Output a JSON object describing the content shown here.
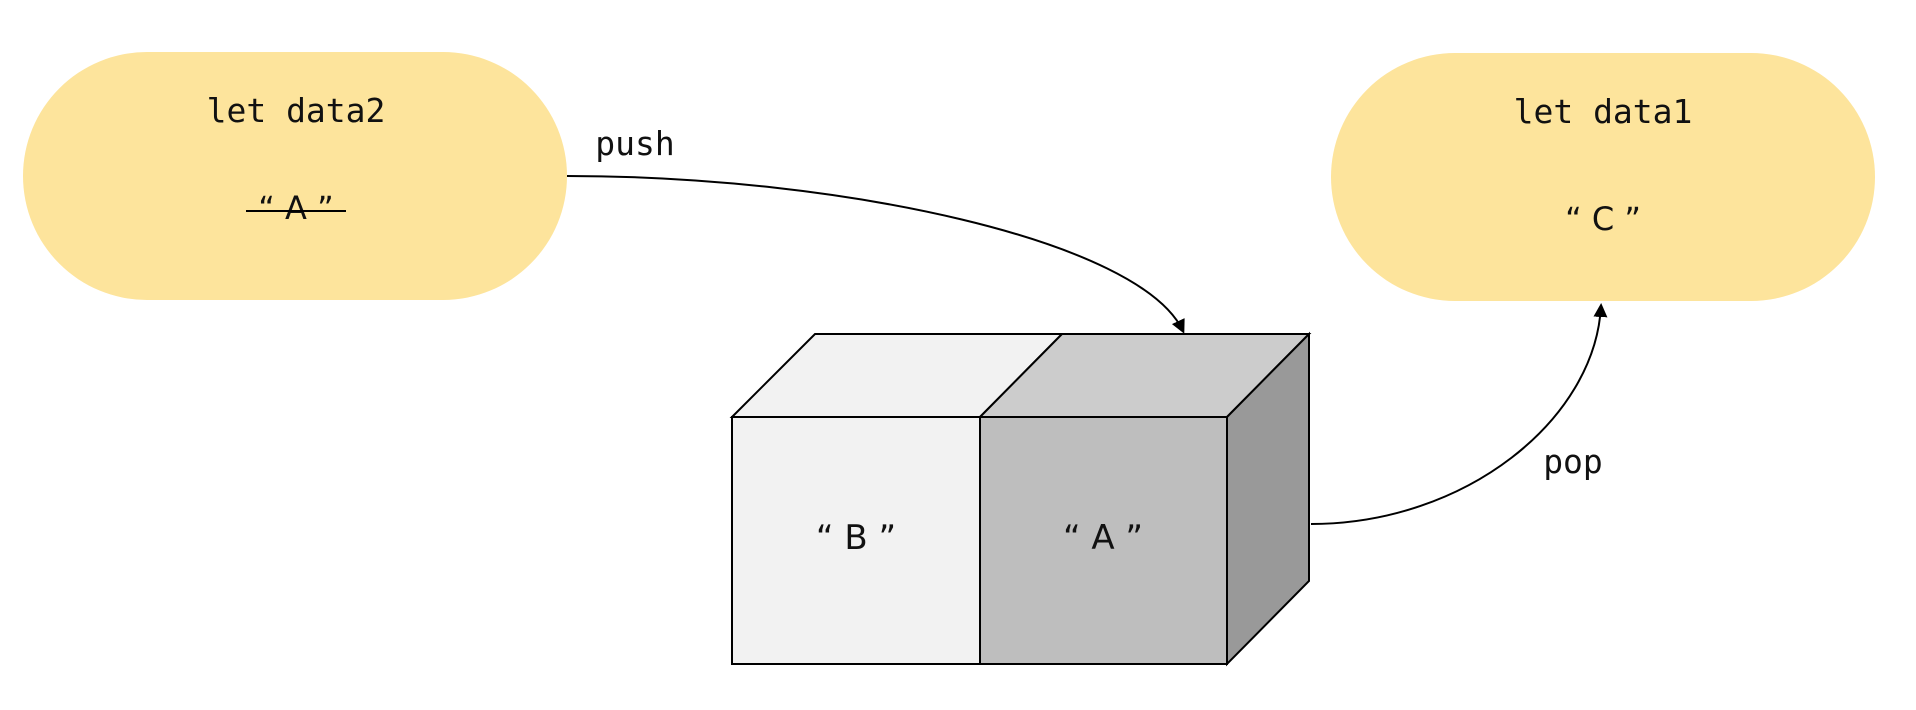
{
  "variables": {
    "data2": {
      "declaration": "let data2",
      "value": "“ A ”",
      "struck_out": true
    },
    "data1": {
      "declaration": "let data1",
      "value": "“ C ”"
    }
  },
  "stack": {
    "cells": [
      {
        "value": "“ B ”"
      },
      {
        "value": "“ A ”"
      }
    ]
  },
  "edges": {
    "push_label": "push",
    "pop_label": "pop"
  },
  "colors": {
    "variable_fill": "#fde49c",
    "cell_b_front": "#f2f2f2",
    "cell_b_top": "#f2f2f2",
    "cell_a_front": "#bebebe",
    "cell_a_top": "#cccccc",
    "cell_a_side": "#999999",
    "stroke": "#000000"
  }
}
